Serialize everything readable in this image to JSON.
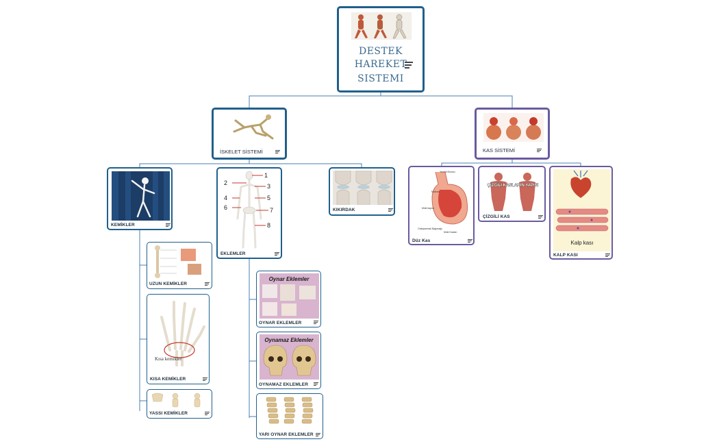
{
  "root": {
    "title_line1": "DESTEK",
    "title_line2": "HAREKET",
    "title_line3": "SISTEMI"
  },
  "branches": {
    "iskelet": {
      "label": "İSKELET SİSTEMİ"
    },
    "kas": {
      "label": "KAS SİSTEMİ"
    }
  },
  "iskelet_children": {
    "kemikler": {
      "label": "KEMİKLER"
    },
    "eklemler": {
      "label": "EKLEMLER"
    },
    "kikirdak": {
      "label": "KIKIRDAK"
    }
  },
  "kemik_types": {
    "uzun": {
      "label": "UZUN KEMİKLER"
    },
    "kisa": {
      "label": "KISA KEMİKLER",
      "annotation": "Kısa kemikler"
    },
    "yassi": {
      "label": "YASSI KEMİKLER"
    }
  },
  "eklem_types": {
    "oynar": {
      "label": "OYNAR EKLEMLER",
      "image_title": "Oynar Eklemler"
    },
    "oynamaz": {
      "label": "OYNAMAZ EKLEMLER",
      "image_title": "Oynamaz Eklemler"
    },
    "yari": {
      "label": "YARI OYNAR EKLEMLER"
    }
  },
  "skeleton_numbers": [
    "1",
    "2",
    "3",
    "4",
    "5",
    "6",
    "7",
    "8"
  ],
  "kas_children": {
    "duz": {
      "label": "Düz Kas",
      "annotations": [
        "Yemek Borusu",
        "Mukoza",
        "Mide kapısı",
        "Onikiparmak Bağırsağı",
        "Mide Kasları"
      ]
    },
    "cizgili": {
      "label": "ÇİZGİLİ KAS",
      "image_title": "ÇİZGİLİ KASLARIN YAPISI"
    },
    "kalp": {
      "label": "KALP KASI",
      "image_caption": "Kalp kası"
    }
  },
  "colors": {
    "blue_border": "#1f5f8b",
    "purple_border": "#6a5aa0",
    "connector": "#4a7fb0"
  },
  "icons": [
    "notes-icon"
  ]
}
